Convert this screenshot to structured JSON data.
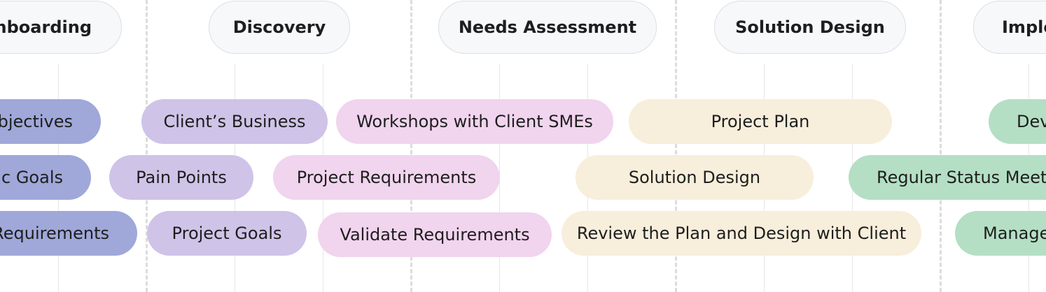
{
  "palette": {
    "onboarding": "#9fa8d9",
    "discovery": "#cfc3e8",
    "needs_assessment": "#f1d4ee",
    "solution_design": "#f7eedb",
    "implementation": "#b4dfc4"
  },
  "stages": [
    {
      "id": "onboarding",
      "label": "Onboarding"
    },
    {
      "id": "discovery",
      "label": "Discovery"
    },
    {
      "id": "needs_assessment",
      "label": "Needs Assessment"
    },
    {
      "id": "solution_design",
      "label": "Solution Design"
    },
    {
      "id": "implementation",
      "label": "Imple"
    }
  ],
  "tasks": {
    "onboarding": [
      "Objectives",
      "gic Goals",
      "Requirements"
    ],
    "discovery": [
      "Client’s Business",
      "Pain Points",
      "Project Goals"
    ],
    "needs_assessment": [
      "Workshops with Client SMEs",
      "Project Requirements",
      "Validate Requirements"
    ],
    "solution_design": [
      "Project Plan",
      "Solution Design",
      "Review the Plan and Design with Client"
    ],
    "implementation": [
      "Dev",
      "Regular Status Meetin",
      "Manage"
    ]
  }
}
